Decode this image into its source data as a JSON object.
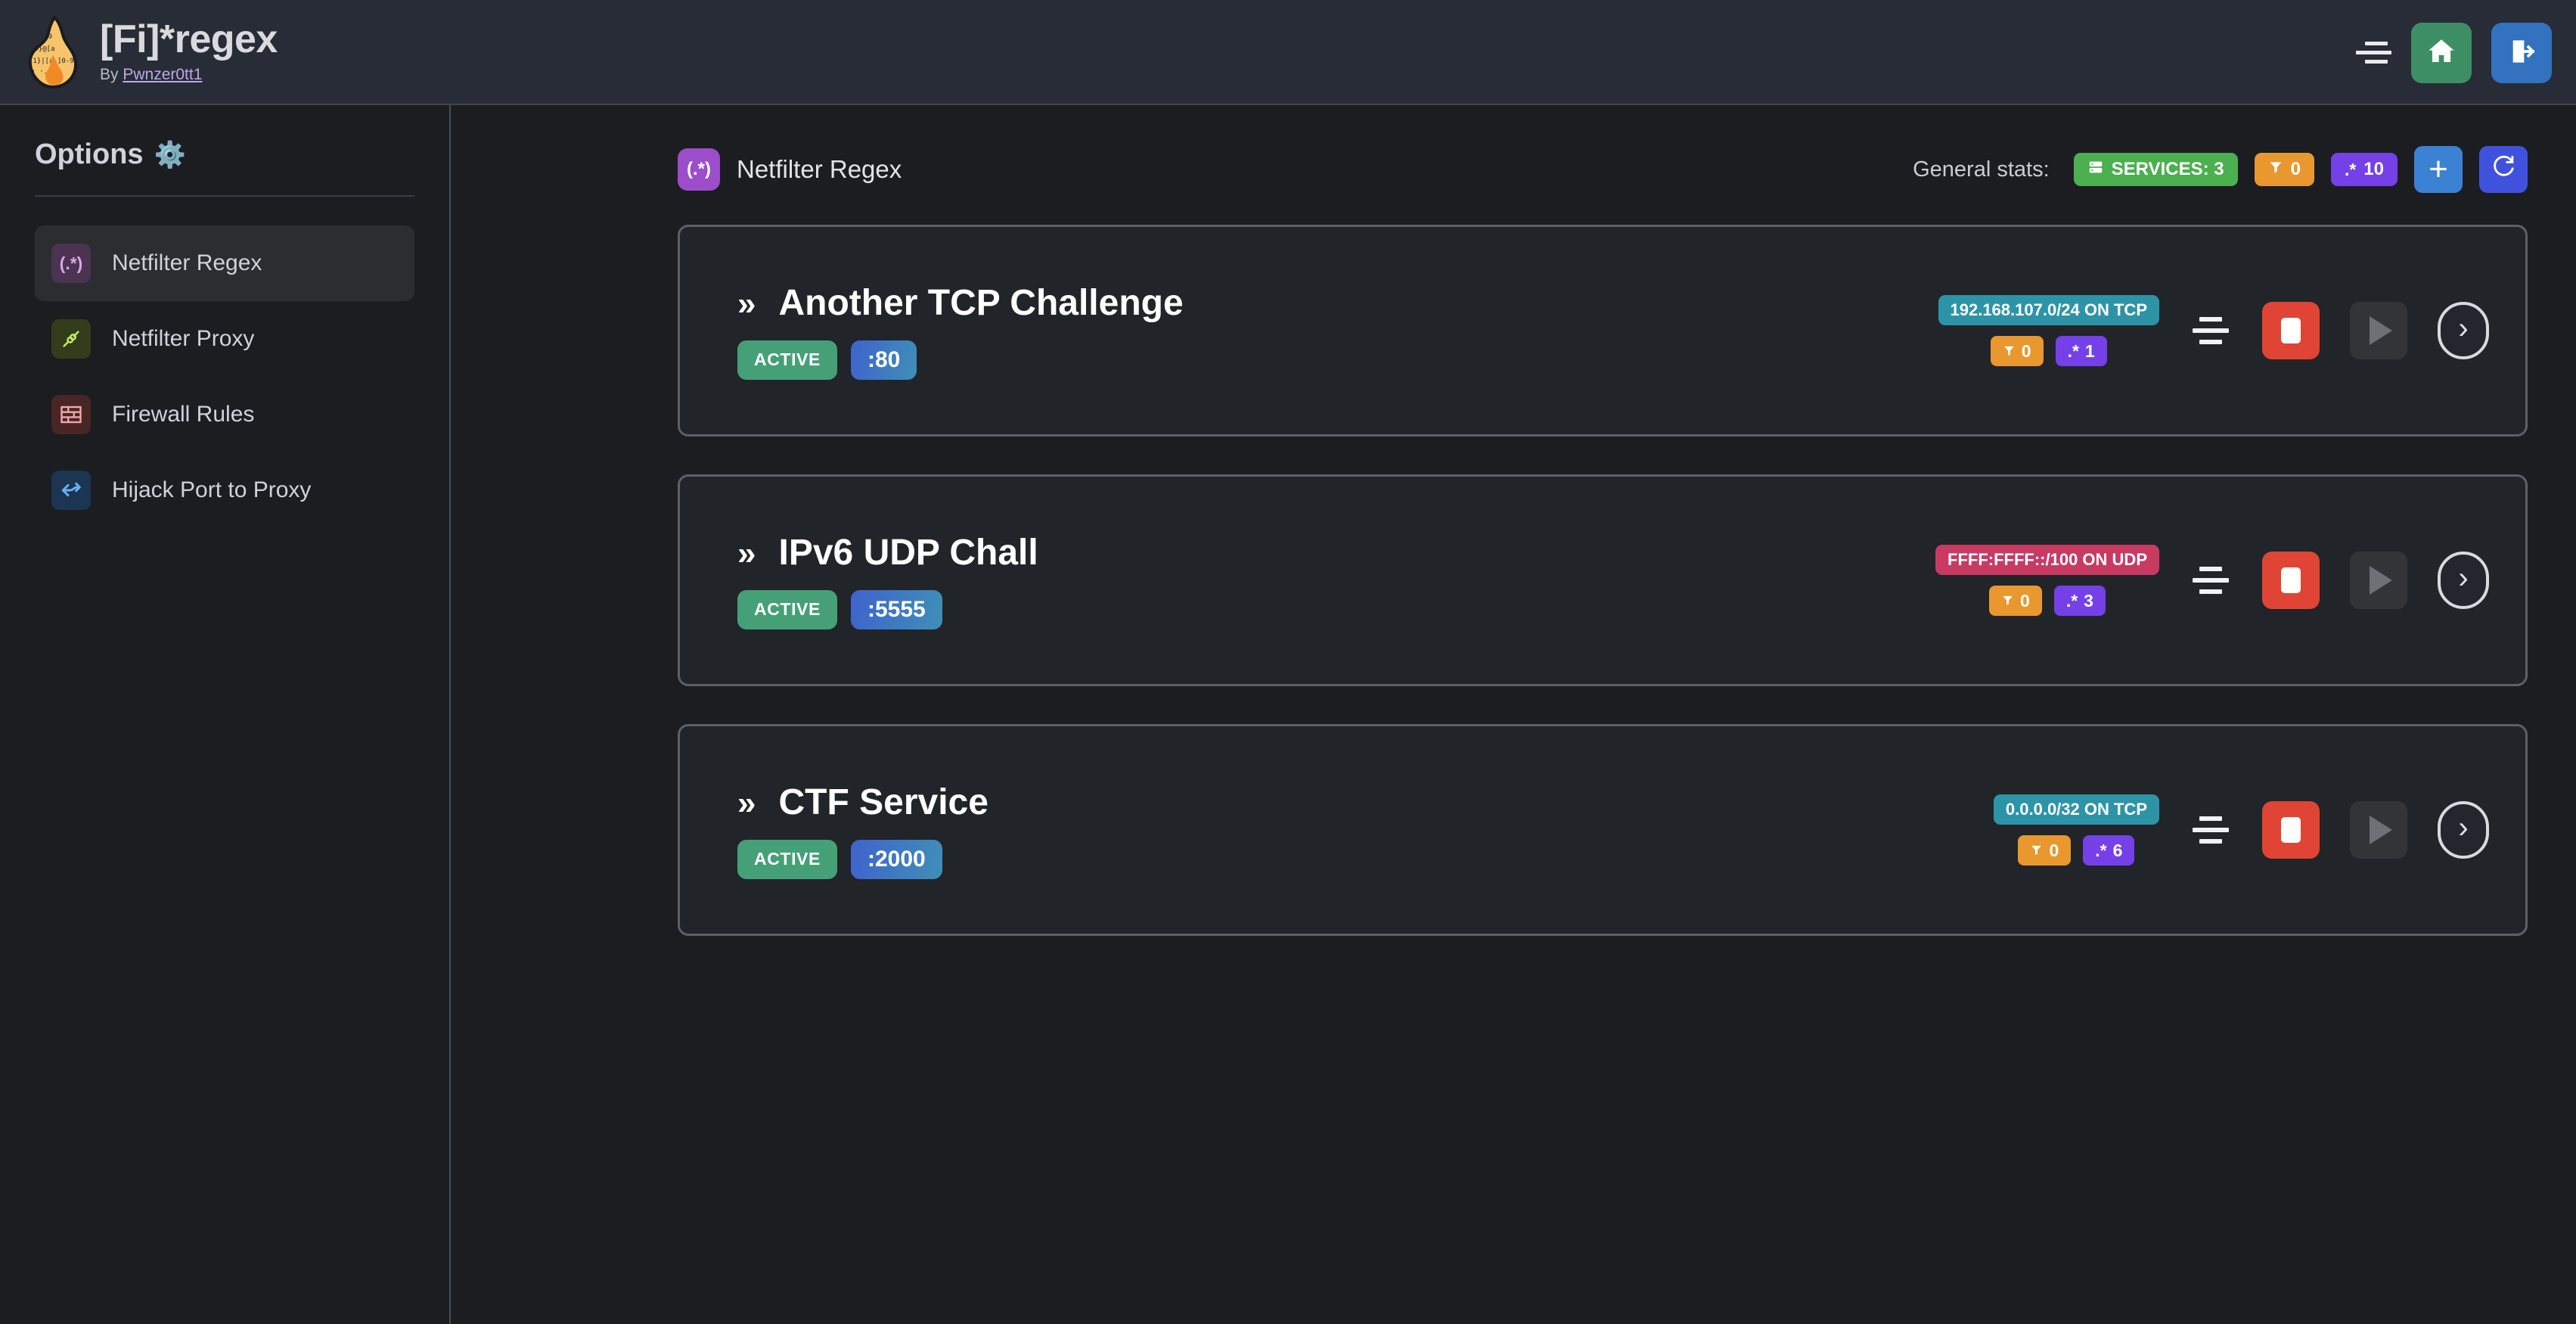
{
  "header": {
    "title": "[Fi]*regex",
    "by_prefix": "By ",
    "author": "Pwnzer0tt1",
    "logo_icon": "flame-regex-logo",
    "menu_icon": "menu-icon",
    "home_icon": "home-icon",
    "logout_icon": "logout-icon"
  },
  "sidebar": {
    "heading": "Options",
    "gear_icon": "⚙️",
    "items": [
      {
        "label": "Netfilter Regex",
        "icon": "(.*)",
        "icon_name": "regex-icon",
        "active": true
      },
      {
        "label": "Netfilter Proxy",
        "icon": "⚯",
        "icon_name": "plug-icon",
        "active": false
      },
      {
        "label": "Firewall Rules",
        "icon": "▤",
        "icon_name": "brick-wall-icon",
        "active": false
      },
      {
        "label": "Hijack Port to Proxy",
        "icon": "⤳",
        "icon_name": "route-fork-icon",
        "active": false
      }
    ]
  },
  "main": {
    "page_icon_text": "(.*)",
    "page_title": "Netfilter Regex",
    "stats_label": "General stats:",
    "stats": [
      {
        "icon": "server-icon",
        "glyph": "▤",
        "text": "SERVICES: 3",
        "color": "green"
      },
      {
        "icon": "filter-icon",
        "glyph": "▼",
        "text": "0",
        "color": "orange"
      },
      {
        "icon": "regex-icon",
        "glyph": ".*",
        "text": "10",
        "color": "purple"
      }
    ],
    "add_button": "+",
    "refresh_button": "⟳"
  },
  "services": [
    {
      "name": "Another TCP Challenge",
      "chevron": "»",
      "status": "ACTIVE",
      "port": ":80",
      "network": "192.168.107.0/24 ON TCP",
      "network_color": "teal",
      "filters": "0",
      "regexes": "1",
      "stop_label": "stop",
      "play_label": "start",
      "detail_label": "›"
    },
    {
      "name": "IPv6 UDP Chall",
      "chevron": "»",
      "status": "ACTIVE",
      "port": ":5555",
      "network": "FFFF:FFFF::/100 ON UDP",
      "network_color": "pink",
      "filters": "0",
      "regexes": "3",
      "stop_label": "stop",
      "play_label": "start",
      "detail_label": "›"
    },
    {
      "name": "CTF Service",
      "chevron": "»",
      "status": "ACTIVE",
      "port": ":2000",
      "network": "0.0.0.0/32 ON TCP",
      "network_color": "teal",
      "filters": "0",
      "regexes": "6",
      "stop_label": "stop",
      "play_label": "start",
      "detail_label": "›"
    }
  ],
  "colors": {
    "page_bg": "#1b1d21",
    "header_bg": "#272c36",
    "accent_purple": "#9b4dca",
    "green": "#4caf50",
    "orange": "#e8982e",
    "stop_red": "#e04434",
    "teal": "#2d94a8",
    "pink": "#c93a63"
  }
}
